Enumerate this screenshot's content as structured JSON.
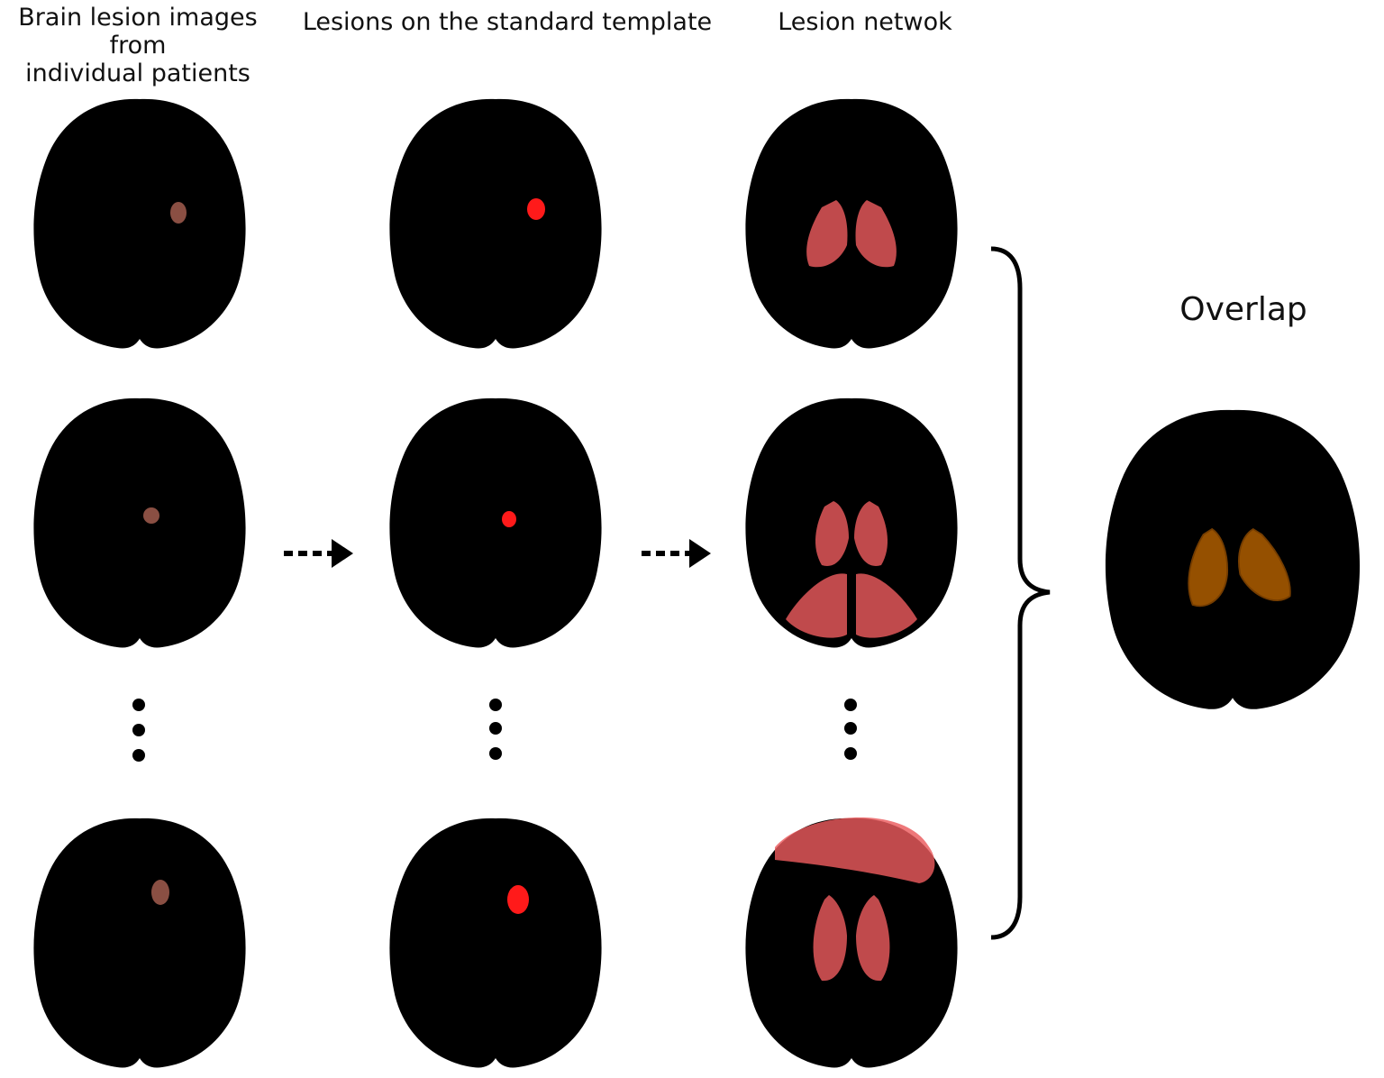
{
  "titles": {
    "col1": "Brain lesion images from\nindividual patients",
    "col2": "Lesions on the standard template",
    "col3": "Lesion netwok",
    "overlap": "Overlap"
  },
  "colors": {
    "patient_fill": "#e9c5b2",
    "patient_line": "#c9927c",
    "template_fill": "#6d6d6d",
    "template_line": "#333333",
    "network_fill": "#c8c8c8",
    "network_line": "#6e6e6e",
    "lesion_red": "#ff1a1a",
    "network_red": "#ea5a5d",
    "overlap_orange": "#b05e00"
  },
  "icons": [
    "arrow-right-icon",
    "brace-icon",
    "ellipsis-icon"
  ]
}
